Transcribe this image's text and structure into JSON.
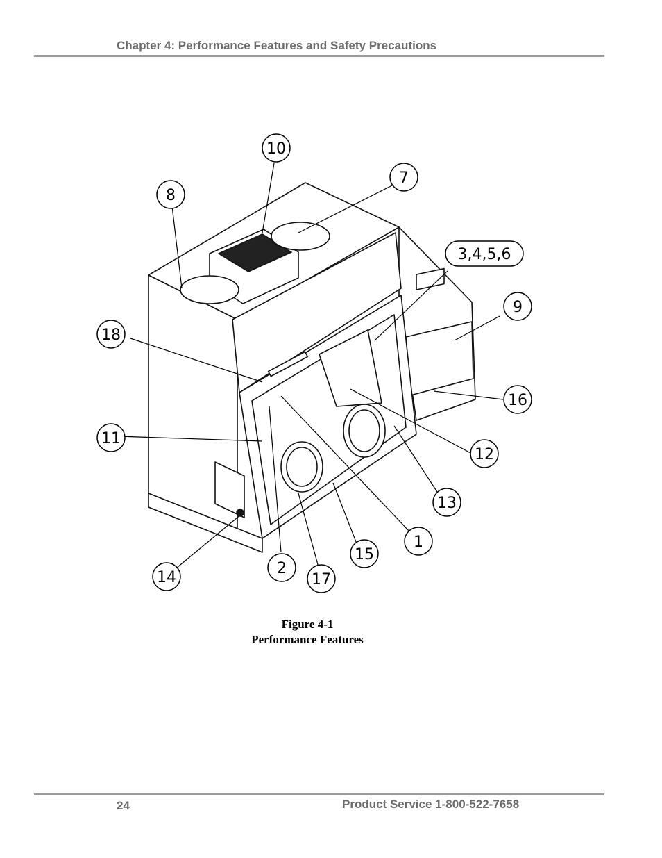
{
  "header": {
    "title": "Chapter 4: Performance Features and Safety Precautions"
  },
  "figure": {
    "number": "Figure 4-1",
    "title": "Performance Features",
    "callouts": {
      "c10": "10",
      "c7": "7",
      "c8": "8",
      "c3456": "3,4,5,6",
      "c9": "9",
      "c18": "18",
      "c16": "16",
      "c11": "11",
      "c12": "12",
      "c13": "13",
      "c14": "14",
      "c2": "2",
      "c15": "15",
      "c1": "1",
      "c17": "17"
    }
  },
  "footer": {
    "page_number": "24",
    "service": "Product Service 1-800-522-7658"
  }
}
